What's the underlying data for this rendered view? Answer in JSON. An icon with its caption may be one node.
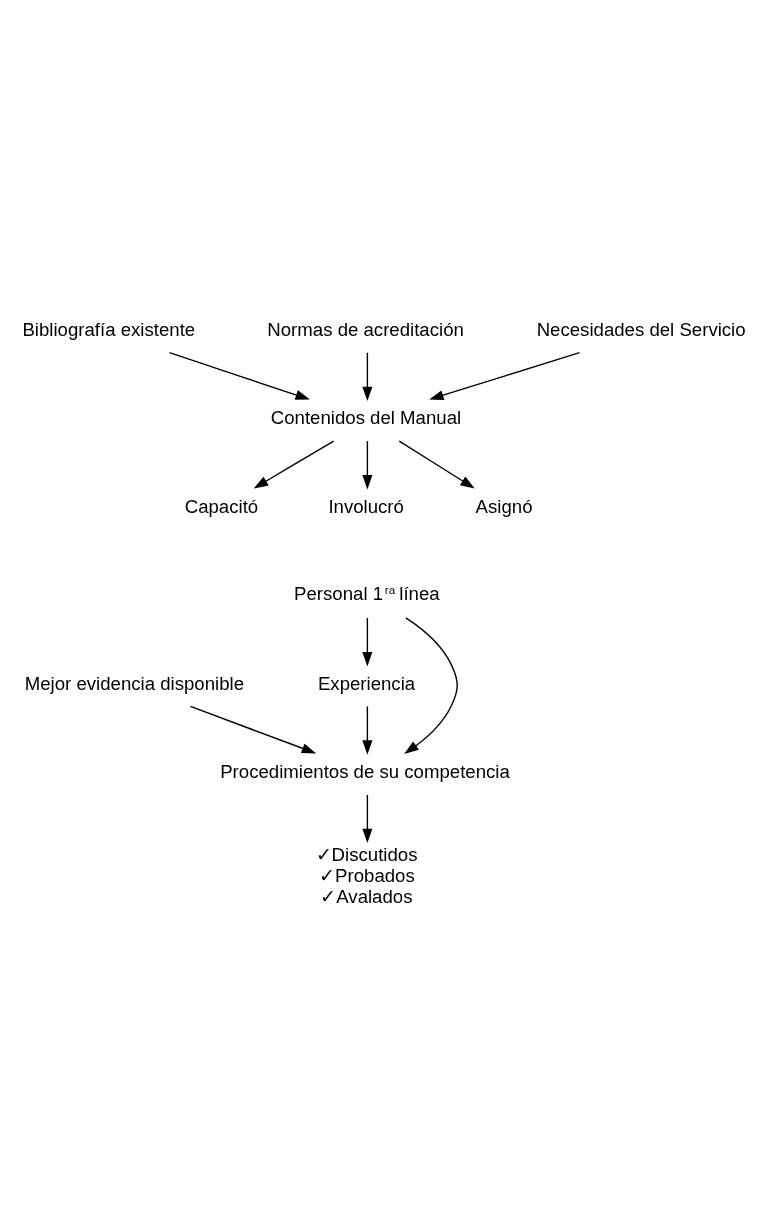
{
  "diagram": {
    "nodes": [
      {
        "text": [
          "Bibliografía existente"
        ]
      },
      {
        "text": [
          "Normas de acreditación"
        ]
      },
      {
        "text": [
          "Necesidades del Servicio"
        ]
      },
      {
        "text": [
          "Contenidos del Manual"
        ]
      },
      {
        "text": [
          "Capacitó"
        ]
      },
      {
        "text": [
          "Involucró"
        ]
      },
      {
        "text": [
          "Asignó"
        ]
      },
      {
        "text": [
          "Personal 1$^{ra}$ línea"
        ]
      },
      {
        "text": [
          "Mejor evidencia disponible"
        ]
      },
      {
        "text": [
          "Experiencia"
        ]
      },
      {
        "text": [
          "Procedimientos de su competencia"
        ]
      },
      {
        "text": [
          "✓Discutidos",
          "✓Probados",
          "✓Avalados"
        ]
      }
    ],
    "edges": [
      {
        "from": 0,
        "to": 3,
        "arrow": "to"
      },
      {
        "from": 1,
        "to": 3,
        "arrow": "to"
      },
      {
        "from": 2,
        "to": 3,
        "arrow": "to"
      },
      {
        "from": 3,
        "to": 4,
        "arrow": "to"
      },
      {
        "from": 3,
        "to": 5,
        "arrow": "to"
      },
      {
        "from": 3,
        "to": 6,
        "arrow": "to"
      },
      {
        "from": 7,
        "to": 9,
        "arrow": "to"
      },
      {
        "from": 7,
        "to": 10,
        "arrow": "to"
      },
      {
        "from": 8,
        "to": 10,
        "arrow": "to"
      },
      {
        "from": 9,
        "to": 10,
        "arrow": "to"
      },
      {
        "from": 10,
        "to": 11,
        "arrow": "to"
      }
    ]
  }
}
